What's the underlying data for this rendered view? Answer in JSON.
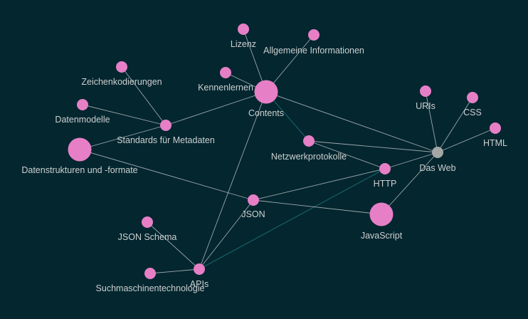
{
  "colors": {
    "background": "#03262f",
    "node": "#e67fc6",
    "node_hub": "#a3a8a6",
    "edge": "#cfd3d3",
    "edge_faint": "#1d6a72",
    "label": "#cdd0d0"
  },
  "graph": {
    "nodes": [
      {
        "id": "contents",
        "label": "Contents",
        "size": "large"
      },
      {
        "id": "lizenz",
        "label": "Lizenz",
        "size": "small"
      },
      {
        "id": "allgemeine",
        "label": "Allgemeine Informationen",
        "size": "small"
      },
      {
        "id": "kennenlernen",
        "label": "Kennenlernen",
        "size": "small"
      },
      {
        "id": "zeichen",
        "label": "Zeichenkodierungen",
        "size": "small"
      },
      {
        "id": "datenmodelle",
        "label": "Datenmodelle",
        "size": "small"
      },
      {
        "id": "standards",
        "label": "Standards für Metadaten",
        "size": "small"
      },
      {
        "id": "datenstrukturen",
        "label": "Datenstrukturen und -formate",
        "size": "large"
      },
      {
        "id": "netzwerk",
        "label": "Netzwerkprotokolle",
        "size": "small"
      },
      {
        "id": "uris",
        "label": "URIs",
        "size": "small"
      },
      {
        "id": "css",
        "label": "CSS",
        "size": "small"
      },
      {
        "id": "html",
        "label": "HTML",
        "size": "small"
      },
      {
        "id": "dasweb",
        "label": "Das Web",
        "size": "hub"
      },
      {
        "id": "http",
        "label": "HTTP",
        "size": "small"
      },
      {
        "id": "json",
        "label": "JSON",
        "size": "small"
      },
      {
        "id": "javascript",
        "label": "JavaScript",
        "size": "large"
      },
      {
        "id": "jsonschema",
        "label": "JSON Schema",
        "size": "small"
      },
      {
        "id": "apis",
        "label": "APIs",
        "size": "small"
      },
      {
        "id": "suchmaschinen",
        "label": "Suchmaschinentechnologie",
        "size": "small"
      }
    ],
    "edges": [
      {
        "source": "contents",
        "target": "lizenz",
        "style": "solid"
      },
      {
        "source": "contents",
        "target": "allgemeine",
        "style": "solid"
      },
      {
        "source": "contents",
        "target": "kennenlernen",
        "style": "solid"
      },
      {
        "source": "contents",
        "target": "standards",
        "style": "solid"
      },
      {
        "source": "contents",
        "target": "dasweb",
        "style": "solid"
      },
      {
        "source": "contents",
        "target": "apis",
        "style": "solid"
      },
      {
        "source": "contents",
        "target": "netzwerk",
        "style": "faint"
      },
      {
        "source": "standards",
        "target": "zeichen",
        "style": "solid"
      },
      {
        "source": "standards",
        "target": "datenmodelle",
        "style": "solid"
      },
      {
        "source": "standards",
        "target": "datenstrukturen",
        "style": "solid"
      },
      {
        "source": "datenstrukturen",
        "target": "json",
        "style": "solid"
      },
      {
        "source": "netzwerk",
        "target": "dasweb",
        "style": "solid"
      },
      {
        "source": "netzwerk",
        "target": "http",
        "style": "solid"
      },
      {
        "source": "dasweb",
        "target": "uris",
        "style": "solid"
      },
      {
        "source": "dasweb",
        "target": "css",
        "style": "solid"
      },
      {
        "source": "dasweb",
        "target": "html",
        "style": "solid"
      },
      {
        "source": "dasweb",
        "target": "http",
        "style": "solid"
      },
      {
        "source": "dasweb",
        "target": "javascript",
        "style": "solid"
      },
      {
        "source": "http",
        "target": "json",
        "style": "solid"
      },
      {
        "source": "http",
        "target": "apis",
        "style": "faint"
      },
      {
        "source": "json",
        "target": "javascript",
        "style": "solid"
      },
      {
        "source": "json",
        "target": "apis",
        "style": "solid"
      },
      {
        "source": "apis",
        "target": "jsonschema",
        "style": "solid"
      },
      {
        "source": "apis",
        "target": "suchmaschinen",
        "style": "solid"
      }
    ]
  }
}
